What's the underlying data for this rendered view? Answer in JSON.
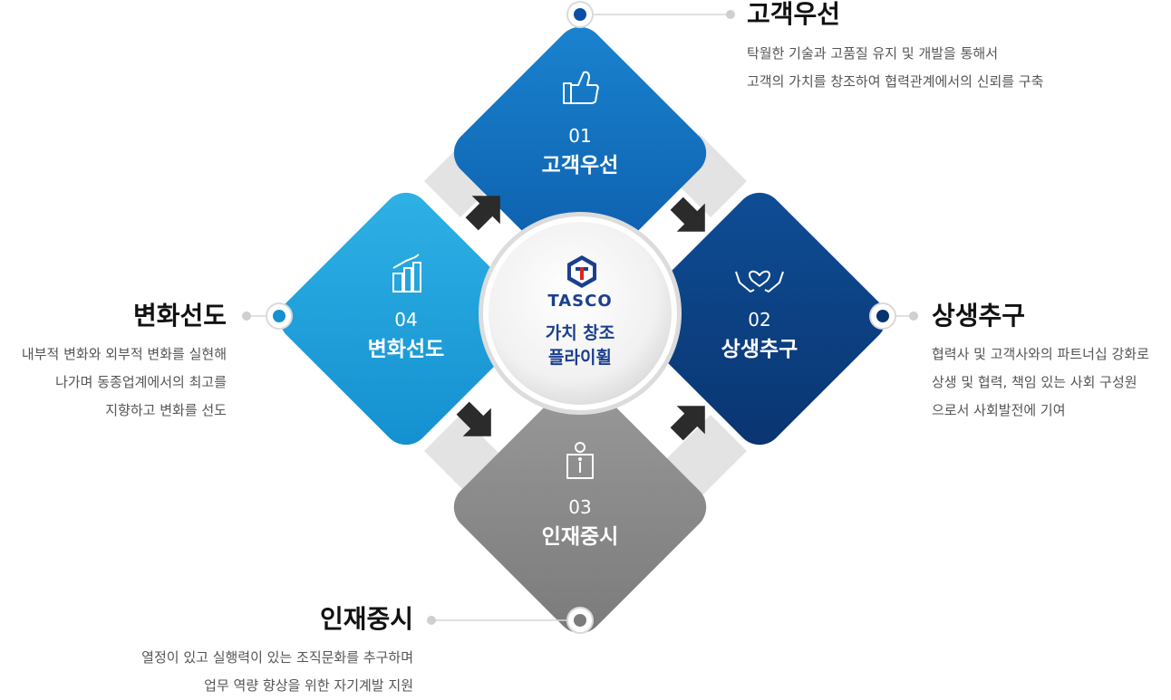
{
  "center": {
    "logo_text": "TASCO",
    "line1": "가치 창조",
    "line2": "플라이휠"
  },
  "items": [
    {
      "num": "01",
      "title": "고객우선",
      "icon": "thumbs-up-icon",
      "color": "#1069b9",
      "desc": [
        "탁월한 기술과 고품질 유지 및 개발을 통해서",
        "고객의 가치를 창조하여 협력관계에서의 신뢰를 구축"
      ]
    },
    {
      "num": "02",
      "title": "상생추구",
      "icon": "heart-hands-icon",
      "color": "#0b3f7e",
      "desc": [
        "협력사 및 고객사와의 파트너십 강화로",
        "상생 및 협력, 책임 있는 사회 구성원",
        "으로서 사회발전에 기여"
      ]
    },
    {
      "num": "03",
      "title": "인재중시",
      "icon": "person-info-icon",
      "color": "#8c8c8c",
      "desc": [
        "열정이 있고 실행력이 있는 조직문화를 추구하며",
        "업무 역량 향상을 위한 자기계발 지원"
      ]
    },
    {
      "num": "04",
      "title": "변화선도",
      "icon": "growth-chart-icon",
      "color": "#1ba2db",
      "desc": [
        "내부적 변화와 외부적 변화를 실현해",
        "나가며 동종업계에서의 최고를",
        "지향하고 변화를 선도"
      ]
    }
  ]
}
